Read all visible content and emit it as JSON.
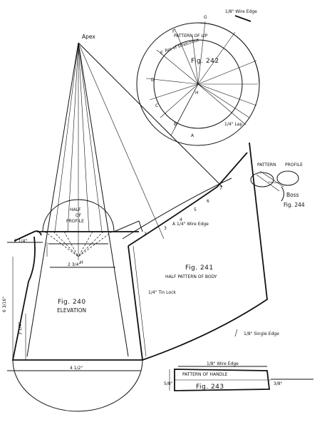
{
  "apex": "Apex",
  "fig240": {
    "number": "Fig. 240",
    "caption": "ELEVATION",
    "dim_top": "2 3/4\"",
    "dim_bottom": "4 1/2\"",
    "dim_height": "6 3/16\"",
    "dim_lower": "3 1/4\"",
    "half_of_profile": [
      "HALF",
      "OF",
      "PROFILE"
    ],
    "dim_small": "2 1/4\"",
    "hinge": "H"
  },
  "fig241": {
    "number": "Fig. 241",
    "caption": "HALF PATTERN OF BODY",
    "wire_edge": "A 1/4\" Wire Edge",
    "tin_lock": "1/4\" Tin Lock",
    "single_edge": "1/8\" Single Edge",
    "marks": [
      "2",
      "3",
      "4",
      "5",
      "6",
      "7"
    ]
  },
  "fig242": {
    "number": "Fig. 242",
    "title": "PATTERN OF LIP",
    "arc_label": "Arc of stretchout",
    "wire_edge": "1/8\" Wire Edge",
    "lap": "1/4\" Lap",
    "letters": [
      "A",
      "B",
      "C",
      "D",
      "E",
      "F",
      "G"
    ],
    "center": "H"
  },
  "fig243": {
    "number": "Fig. 243",
    "title": "PATTERN OF HANDLE",
    "wire_edge": "1/8\" Wire Edge",
    "dim_left": "5/8\"",
    "dim_right": "3/8\""
  },
  "fig244": {
    "number": "Fig. 244",
    "pattern": "PATTERN",
    "profile": "PROFILE",
    "boss": "Boss"
  }
}
